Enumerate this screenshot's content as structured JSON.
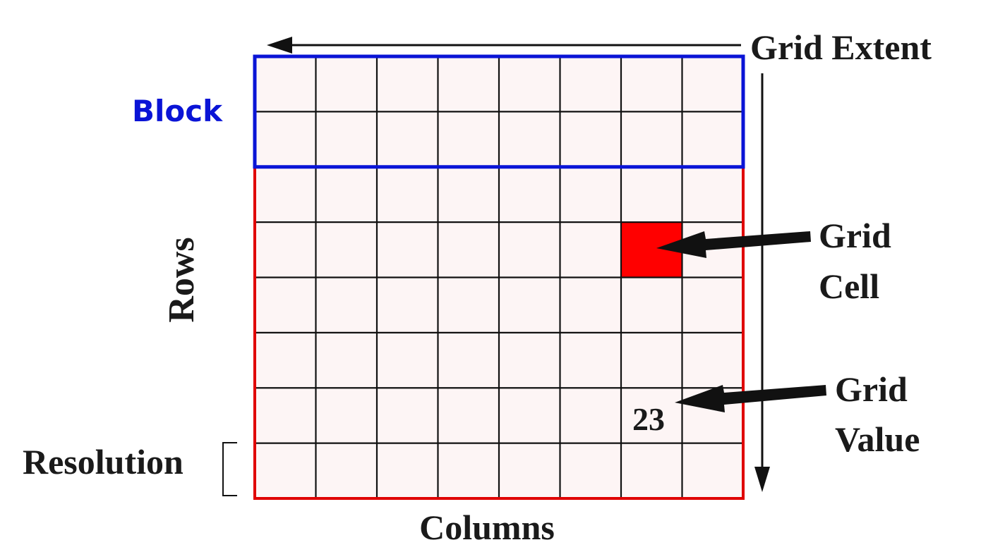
{
  "grid": {
    "rows": 8,
    "columns": 8,
    "highlighted_cell": {
      "row": 4,
      "column": 7
    },
    "value_cell": {
      "row": 7,
      "column": 7
    },
    "block_rows": 2,
    "colors": {
      "cell_fill": "#fdf5f5",
      "grid_line": "#111111",
      "outer_border": "#e00000",
      "highlighted_cell": "#ff0000",
      "block_border": "#0a14d6"
    }
  },
  "labels": {
    "grid_extent": "Grid Extent",
    "block": "Block",
    "rows": "Rows",
    "columns": "Columns",
    "resolution": "Resolution",
    "grid_cell_line1": "Grid",
    "grid_cell_line2": "Cell",
    "grid_value_line1": "Grid",
    "grid_value_line2": "Value",
    "cell_value": "23"
  },
  "colors": {
    "text": "#1a1a1a",
    "block_label": "#0a14d6"
  }
}
